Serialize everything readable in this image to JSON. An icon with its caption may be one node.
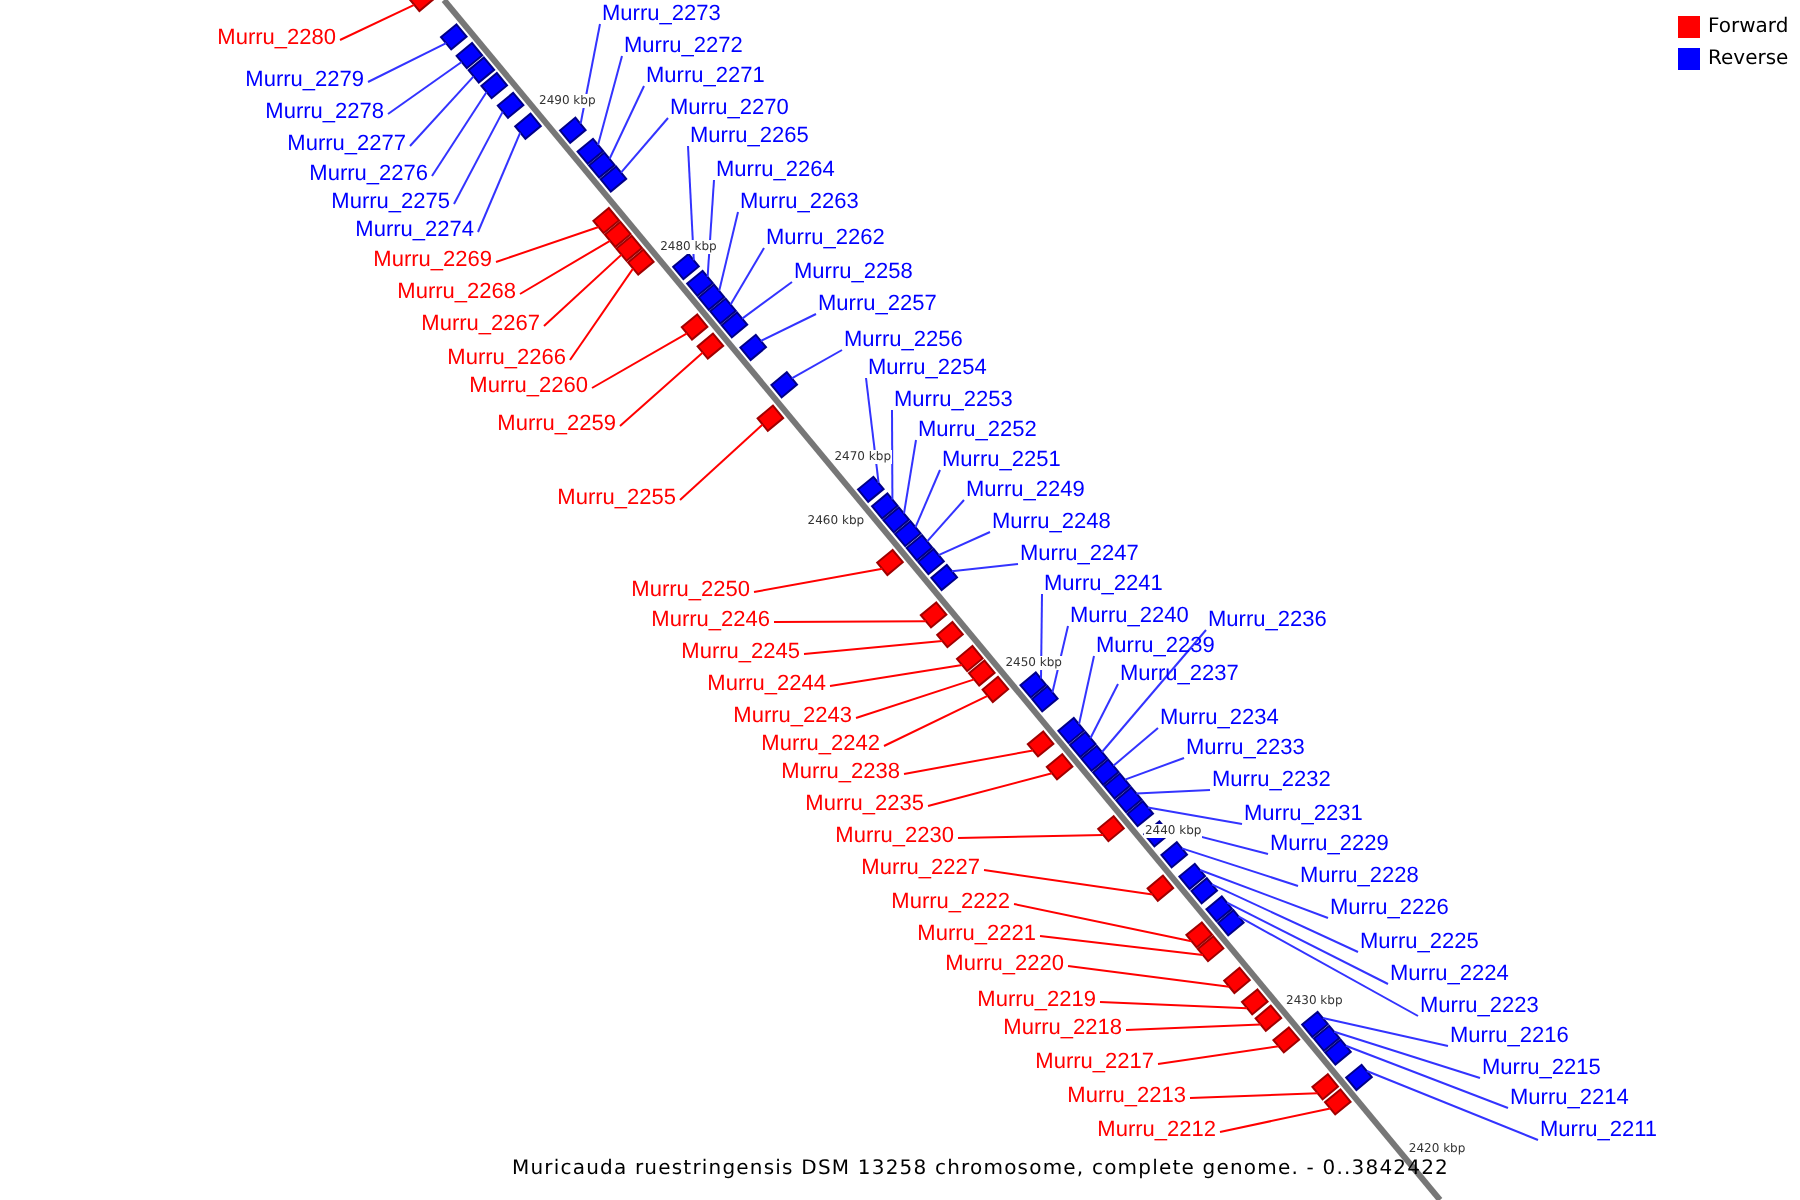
{
  "diagram": {
    "caption": "Muricauda ruestringensis DSM 13258 chromosome, complete genome. - 0..3842422",
    "nodes": [
      {
        "text": [
          "Murru_2280"
        ]
      },
      {
        "text": [
          "Murru_2279"
        ]
      },
      {
        "text": [
          "Murru_2278"
        ]
      },
      {
        "text": [
          "Murru_2277"
        ]
      },
      {
        "text": [
          "Murru_2276"
        ]
      },
      {
        "text": [
          "Murru_2275"
        ]
      },
      {
        "text": [
          "Murru_2274"
        ]
      },
      {
        "text": [
          "Murru_2269"
        ]
      },
      {
        "text": [
          "Murru_2268"
        ]
      },
      {
        "text": [
          "Murru_2267"
        ]
      },
      {
        "text": [
          "Murru_2266"
        ]
      },
      {
        "text": [
          "Murru_2260"
        ]
      },
      {
        "text": [
          "Murru_2259"
        ]
      },
      {
        "text": [
          "Murru_2255"
        ]
      },
      {
        "text": [
          "Murru_2250"
        ]
      },
      {
        "text": [
          "Murru_2246"
        ]
      },
      {
        "text": [
          "Murru_2245"
        ]
      },
      {
        "text": [
          "Murru_2244"
        ]
      },
      {
        "text": [
          "Murru_2243"
        ]
      },
      {
        "text": [
          "Murru_2242"
        ]
      },
      {
        "text": [
          "Murru_2238"
        ]
      },
      {
        "text": [
          "Murru_2235"
        ]
      },
      {
        "text": [
          "Murru_2230"
        ]
      },
      {
        "text": [
          "Murru_2227"
        ]
      },
      {
        "text": [
          "Murru_2222"
        ]
      },
      {
        "text": [
          "Murru_2221"
        ]
      },
      {
        "text": [
          "Murru_2220"
        ]
      },
      {
        "text": [
          "Murru_2219"
        ]
      },
      {
        "text": [
          "Murru_2218"
        ]
      },
      {
        "text": [
          "Murru_2217"
        ]
      },
      {
        "text": [
          "Murru_2213"
        ]
      },
      {
        "text": [
          "Murru_2212"
        ]
      },
      {
        "text": [
          "Murru_2273"
        ]
      },
      {
        "text": [
          "Murru_2272"
        ]
      },
      {
        "text": [
          "Murru_2271"
        ]
      },
      {
        "text": [
          "Murru_2270"
        ]
      },
      {
        "text": [
          "Murru_2265"
        ]
      },
      {
        "text": [
          "Murru_2264"
        ]
      },
      {
        "text": [
          "Murru_2263"
        ]
      },
      {
        "text": [
          "Murru_2262"
        ]
      },
      {
        "text": [
          "Murru_2258"
        ]
      },
      {
        "text": [
          "Murru_2257"
        ]
      },
      {
        "text": [
          "Murru_2256"
        ]
      },
      {
        "text": [
          "Murru_2254"
        ]
      },
      {
        "text": [
          "Murru_2253"
        ]
      },
      {
        "text": [
          "Murru_2252"
        ]
      },
      {
        "text": [
          "Murru_2251"
        ]
      },
      {
        "text": [
          "Murru_2249"
        ]
      },
      {
        "text": [
          "Murru_2248"
        ]
      },
      {
        "text": [
          "Murru_2247"
        ]
      },
      {
        "text": [
          "Murru_2241"
        ]
      },
      {
        "text": [
          "Murru_2240"
        ]
      },
      {
        "text": [
          "Murru_2236"
        ]
      },
      {
        "text": [
          "Murru_2239"
        ]
      },
      {
        "text": [
          "Murru_2237"
        ]
      },
      {
        "text": [
          "Murru_2234"
        ]
      },
      {
        "text": [
          "Murru_2233"
        ]
      },
      {
        "text": [
          "Murru_2232"
        ]
      },
      {
        "text": [
          "Murru_2231"
        ]
      },
      {
        "text": [
          "Murru_2229"
        ]
      },
      {
        "text": [
          "Murru_2228"
        ]
      },
      {
        "text": [
          "Murru_2226"
        ]
      },
      {
        "text": [
          "Murru_2225"
        ]
      },
      {
        "text": [
          "Murru_2224"
        ]
      },
      {
        "text": [
          "Murru_2223"
        ]
      },
      {
        "text": [
          "Murru_2216"
        ]
      },
      {
        "text": [
          "Murru_2215"
        ]
      },
      {
        "text": [
          "Murru_2214"
        ]
      },
      {
        "text": [
          "Murru_2211"
        ]
      },
      {
        "text": [],
        "shape": "box"
      },
      {
        "text": [],
        "shape": "box"
      },
      {
        "text": [],
        "shape": "box"
      },
      {
        "text": [],
        "shape": "box"
      },
      {
        "text": [],
        "shape": "box"
      },
      {
        "text": [],
        "shape": "box"
      },
      {
        "text": [],
        "shape": "box"
      },
      {
        "text": [],
        "shape": "box"
      },
      {
        "text": [],
        "shape": "box"
      },
      {
        "text": [],
        "shape": "box"
      },
      {
        "text": [],
        "shape": "box"
      },
      {
        "text": [],
        "shape": "box"
      },
      {
        "text": [],
        "shape": "box"
      },
      {
        "text": [],
        "shape": "box"
      },
      {
        "text": [],
        "shape": "box"
      },
      {
        "text": [],
        "shape": "box"
      },
      {
        "text": [],
        "shape": "box"
      },
      {
        "text": [],
        "shape": "box"
      },
      {
        "text": [],
        "shape": "box"
      },
      {
        "text": [],
        "shape": "box"
      },
      {
        "text": [],
        "shape": "box"
      },
      {
        "text": [],
        "shape": "box"
      },
      {
        "text": [],
        "shape": "box"
      },
      {
        "text": [],
        "shape": "box"
      },
      {
        "text": [],
        "shape": "box"
      },
      {
        "text": [],
        "shape": "box"
      },
      {
        "text": [],
        "shape": "box"
      },
      {
        "text": [],
        "shape": "box"
      },
      {
        "text": [],
        "shape": "box"
      },
      {
        "text": [],
        "shape": "box"
      },
      {
        "text": [],
        "shape": "box"
      },
      {
        "text": [],
        "shape": "box"
      },
      {
        "text": [],
        "shape": "box"
      },
      {
        "text": [],
        "shape": "box"
      },
      {
        "text": [],
        "shape": "box"
      },
      {
        "text": [],
        "shape": "box"
      },
      {
        "text": [],
        "shape": "box"
      },
      {
        "text": [],
        "shape": "box"
      },
      {
        "text": [],
        "shape": "box"
      },
      {
        "text": [],
        "shape": "box"
      },
      {
        "text": [],
        "shape": "box"
      },
      {
        "text": [],
        "shape": "box"
      },
      {
        "text": [],
        "shape": "box"
      },
      {
        "text": [],
        "shape": "box"
      },
      {
        "text": [],
        "shape": "box"
      },
      {
        "text": [],
        "shape": "box"
      },
      {
        "text": [],
        "shape": "box"
      },
      {
        "text": [],
        "shape": "box"
      },
      {
        "text": [],
        "shape": "box"
      },
      {
        "text": [],
        "shape": "box"
      },
      {
        "text": [],
        "shape": "box"
      },
      {
        "text": [],
        "shape": "box"
      },
      {
        "text": [],
        "shape": "box"
      },
      {
        "text": [],
        "shape": "box"
      },
      {
        "text": [],
        "shape": "box"
      },
      {
        "text": [],
        "shape": "box"
      },
      {
        "text": [],
        "shape": "box"
      },
      {
        "text": [],
        "shape": "box"
      },
      {
        "text": [],
        "shape": "box"
      },
      {
        "text": [],
        "shape": "box"
      },
      {
        "text": [],
        "shape": "box"
      },
      {
        "text": [],
        "shape": "box"
      },
      {
        "text": [],
        "shape": "box"
      },
      {
        "text": [],
        "shape": "box"
      },
      {
        "text": [],
        "shape": "box"
      },
      {
        "text": [],
        "shape": "box"
      },
      {
        "text": [],
        "shape": "box"
      },
      {
        "text": [],
        "shape": "box"
      },
      {
        "text": [],
        "shape": "box"
      }
    ],
    "edges": [
      {
        "from": 0,
        "to": 69,
        "arrow": "none",
        "color": "#ff0000"
      },
      {
        "from": 1,
        "to": 70,
        "arrow": "none"
      },
      {
        "from": 2,
        "to": 71,
        "arrow": "none"
      },
      {
        "from": 3,
        "to": 72,
        "arrow": "none"
      },
      {
        "from": 4,
        "to": 73,
        "arrow": "none"
      },
      {
        "from": 5,
        "to": 74,
        "arrow": "none"
      },
      {
        "from": 6,
        "to": 75,
        "arrow": "none"
      },
      {
        "from": 7,
        "to": 76,
        "arrow": "none",
        "color": "#ff0000"
      },
      {
        "from": 8,
        "to": 77,
        "arrow": "none",
        "color": "#ff0000"
      },
      {
        "from": 9,
        "to": 78,
        "arrow": "none",
        "color": "#ff0000"
      },
      {
        "from": 10,
        "to": 79,
        "arrow": "none",
        "color": "#ff0000"
      },
      {
        "from": 11,
        "to": 80,
        "arrow": "none",
        "color": "#ff0000"
      },
      {
        "from": 12,
        "to": 81,
        "arrow": "none",
        "color": "#ff0000"
      },
      {
        "from": 13,
        "to": 82,
        "arrow": "none",
        "color": "#ff0000"
      },
      {
        "from": 14,
        "to": 83,
        "arrow": "none",
        "color": "#ff0000"
      },
      {
        "from": 15,
        "to": 84,
        "arrow": "none",
        "color": "#ff0000"
      },
      {
        "from": 16,
        "to": 85,
        "arrow": "none",
        "color": "#ff0000"
      },
      {
        "from": 17,
        "to": 86,
        "arrow": "none",
        "color": "#ff0000"
      },
      {
        "from": 18,
        "to": 87,
        "arrow": "none",
        "color": "#ff0000"
      },
      {
        "from": 19,
        "to": 88,
        "arrow": "none",
        "color": "#ff0000"
      },
      {
        "from": 20,
        "to": 89,
        "arrow": "none",
        "color": "#ff0000"
      },
      {
        "from": 21,
        "to": 90,
        "arrow": "none",
        "color": "#ff0000"
      },
      {
        "from": 22,
        "to": 91,
        "arrow": "none",
        "color": "#ff0000"
      },
      {
        "from": 23,
        "to": 92,
        "arrow": "none",
        "color": "#ff0000"
      },
      {
        "from": 24,
        "to": 93,
        "arrow": "none",
        "color": "#ff0000"
      },
      {
        "from": 25,
        "to": 94,
        "arrow": "none",
        "color": "#ff0000"
      },
      {
        "from": 26,
        "to": 95,
        "arrow": "none",
        "color": "#ff0000"
      },
      {
        "from": 27,
        "to": 96,
        "arrow": "none",
        "color": "#ff0000"
      },
      {
        "from": 28,
        "to": 97,
        "arrow": "none",
        "color": "#ff0000"
      },
      {
        "from": 29,
        "to": 98,
        "arrow": "none",
        "color": "#ff0000"
      },
      {
        "from": 30,
        "to": 99,
        "arrow": "none",
        "color": "#ff0000"
      },
      {
        "from": 31,
        "to": 100,
        "arrow": "none",
        "color": "#ff0000"
      },
      {
        "from": 32,
        "to": 101,
        "arrow": "none"
      },
      {
        "from": 33,
        "to": 102,
        "arrow": "none"
      },
      {
        "from": 34,
        "to": 103,
        "arrow": "none"
      },
      {
        "from": 35,
        "to": 104,
        "arrow": "none"
      },
      {
        "from": 36,
        "to": 105,
        "arrow": "none"
      },
      {
        "from": 37,
        "to": 106,
        "arrow": "none"
      },
      {
        "from": 38,
        "to": 107,
        "arrow": "none"
      },
      {
        "from": 39,
        "to": 108,
        "arrow": "none"
      },
      {
        "from": 40,
        "to": 109,
        "arrow": "none"
      },
      {
        "from": 41,
        "to": 110,
        "arrow": "none"
      },
      {
        "from": 42,
        "to": 111,
        "arrow": "none"
      },
      {
        "from": 43,
        "to": 112,
        "arrow": "none"
      },
      {
        "from": 44,
        "to": 113,
        "arrow": "none"
      },
      {
        "from": 45,
        "to": 114,
        "arrow": "none"
      },
      {
        "from": 46,
        "to": 115,
        "arrow": "none"
      },
      {
        "from": 47,
        "to": 116,
        "arrow": "none"
      },
      {
        "from": 48,
        "to": 117,
        "arrow": "none"
      },
      {
        "from": 49,
        "to": 118,
        "arrow": "none"
      },
      {
        "from": 50,
        "to": 119,
        "arrow": "none"
      },
      {
        "from": 51,
        "to": 120,
        "arrow": "none"
      },
      {
        "from": 52,
        "to": 121,
        "arrow": "none"
      },
      {
        "from": 53,
        "to": 122,
        "arrow": "none"
      },
      {
        "from": 54,
        "to": 123,
        "arrow": "none"
      },
      {
        "from": 55,
        "to": 124,
        "arrow": "none"
      },
      {
        "from": 56,
        "to": 125,
        "arrow": "none"
      },
      {
        "from": 57,
        "to": 126,
        "arrow": "none"
      },
      {
        "from": 58,
        "to": 127,
        "arrow": "none"
      },
      {
        "from": 59,
        "to": 128,
        "arrow": "none"
      },
      {
        "from": 60,
        "to": 129,
        "arrow": "none"
      },
      {
        "from": 61,
        "to": 130,
        "arrow": "none"
      },
      {
        "from": 62,
        "to": 131,
        "arrow": "none"
      },
      {
        "from": 63,
        "to": 132,
        "arrow": "none"
      },
      {
        "from": 64,
        "to": 133,
        "arrow": "none"
      },
      {
        "from": 65,
        "to": 134,
        "arrow": "none"
      },
      {
        "from": 66,
        "to": 135,
        "arrow": "none"
      },
      {
        "from": 67,
        "to": 136,
        "arrow": "none"
      },
      {
        "from": 68,
        "to": 137,
        "arrow": "none"
      }
    ],
    "labels": [
      "2490 kbp",
      "2480 kbp",
      "2470 kbp",
      "2460 kbp",
      "2450 kbp",
      "2440 kbp",
      "2430 kbp",
      "2420 kbp"
    ],
    "legend": [
      {
        "text": "Forward",
        "color": "#ff0000"
      },
      {
        "text": "Reverse",
        "color": "#0000ff"
      }
    ]
  }
}
